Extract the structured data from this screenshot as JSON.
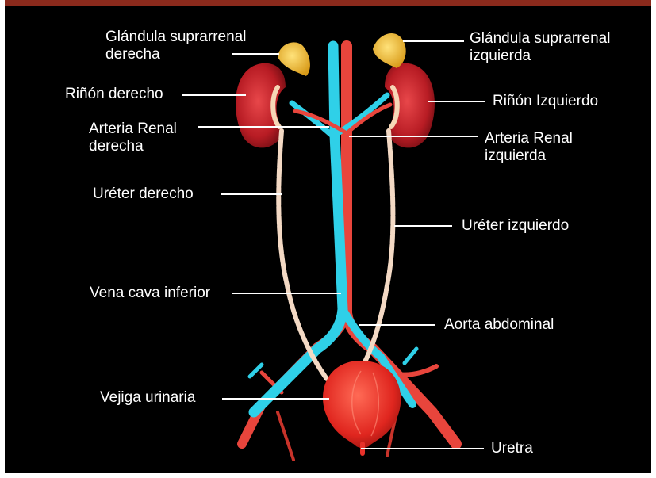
{
  "colors": {
    "background": "#000000",
    "top_border": "#8a2a1c",
    "artery": "#e8453c",
    "vein": "#2fd0e8",
    "kidney": "#c8232a",
    "adrenal": "#f4c430",
    "ureter": "#f3d9c4",
    "bladder": "#e8312a",
    "label_text": "#ffffff"
  },
  "labels": {
    "adrenal_right": "Glándula suprarrenal\nderecha",
    "adrenal_left": "Glándula suprarrenal\nizquierda",
    "kidney_right": "Riñón derecho",
    "kidney_left": "Riñón Izquierdo",
    "renal_artery_right": "Arteria Renal\nderecha",
    "renal_artery_left": "Arteria Renal\nizquierda",
    "ureter_right": "Uréter derecho",
    "ureter_left": "Uréter izquierdo",
    "vena_cava": "Vena cava inferior",
    "aorta": "Aorta abdominal",
    "bladder": "Vejiga urinaria",
    "urethra": "Uretra"
  }
}
